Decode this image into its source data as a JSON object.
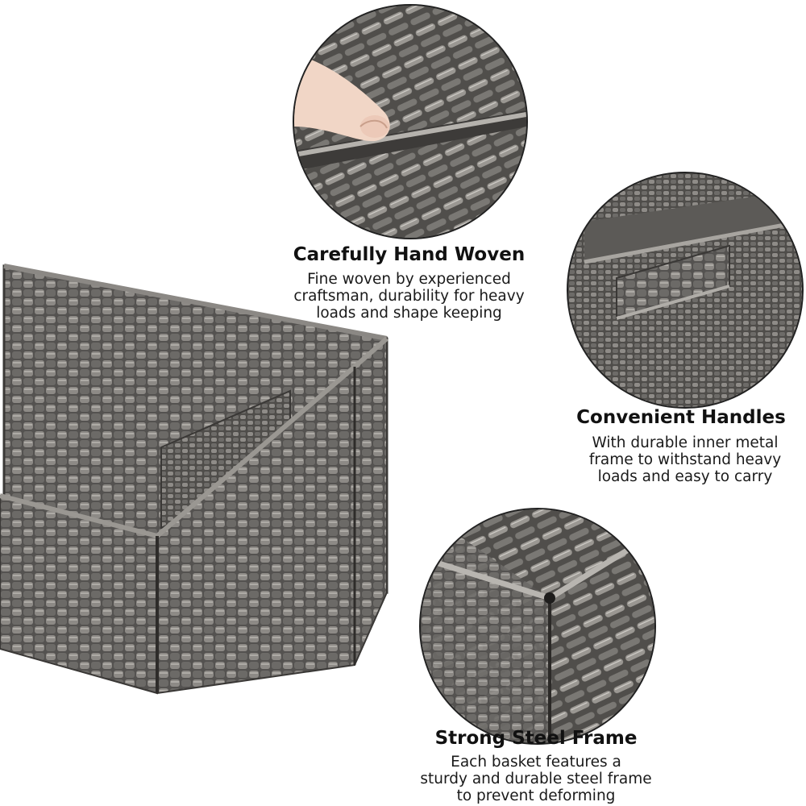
{
  "features": [
    {
      "title": "Carefully Hand Woven",
      "lines": [
        "Fine woven by experienced",
        "craftsman, durability for heavy",
        "loads and shape keeping"
      ],
      "image_icon": "woven-closeup-with-hand"
    },
    {
      "title": "Convenient Handles",
      "lines": [
        "With durable inner metal",
        "frame to withstand heavy",
        "loads and easy to carry"
      ],
      "image_icon": "basket-handle-closeup"
    },
    {
      "title": "Strong Steel Frame",
      "lines": [
        "Each basket features a",
        "sturdy and durable steel frame",
        "to prevent deforming"
      ],
      "image_icon": "steel-frame-corner-closeup"
    }
  ],
  "colors": {
    "wicker_dark": "#4a4845",
    "wicker_mid": "#6f6d69",
    "wicker_light": "#a9a6a1",
    "text": "#111111"
  }
}
